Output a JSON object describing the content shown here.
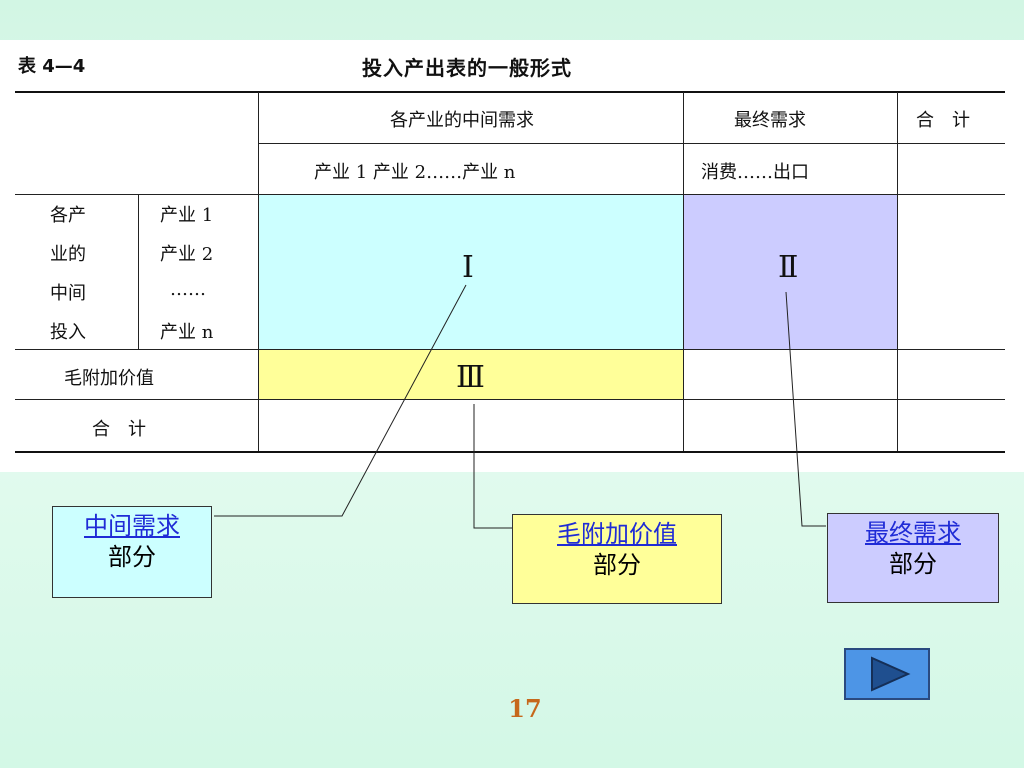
{
  "table": {
    "label": "表 4—4",
    "title": "投入产出表的一般形式",
    "header": {
      "intermediate_demand": "各产业的中间需求",
      "final_demand": "最终需求",
      "total": "合　计",
      "industries": "产业 1 产业 2……产业 n",
      "final_items": "消费……出口"
    },
    "rows": {
      "intermediate_input_lines": [
        "各产",
        "业的",
        "中间",
        "投入"
      ],
      "industry_lines": [
        "产业 1",
        "产业 2",
        "……",
        "产业 n"
      ],
      "gross_value_added": "毛附加价值",
      "total": "合　计"
    },
    "quadrants": {
      "one": "Ⅰ",
      "two": "Ⅱ",
      "three": "Ⅲ"
    },
    "colors": {
      "quadrant_one": "#ccffff",
      "quadrant_two": "#ccccff",
      "quadrant_three": "#ffff99"
    }
  },
  "callouts": {
    "intermediate": {
      "link": "中间需求",
      "text": "部分",
      "color": "#ccffff"
    },
    "value_added": {
      "link": "毛附加价值",
      "text": "部分",
      "color": "#ffff99"
    },
    "final": {
      "link": "最终需求",
      "text": "部分",
      "color": "#ccccff"
    }
  },
  "page_number": "17",
  "next_button": {
    "icon": "play-right-icon"
  }
}
